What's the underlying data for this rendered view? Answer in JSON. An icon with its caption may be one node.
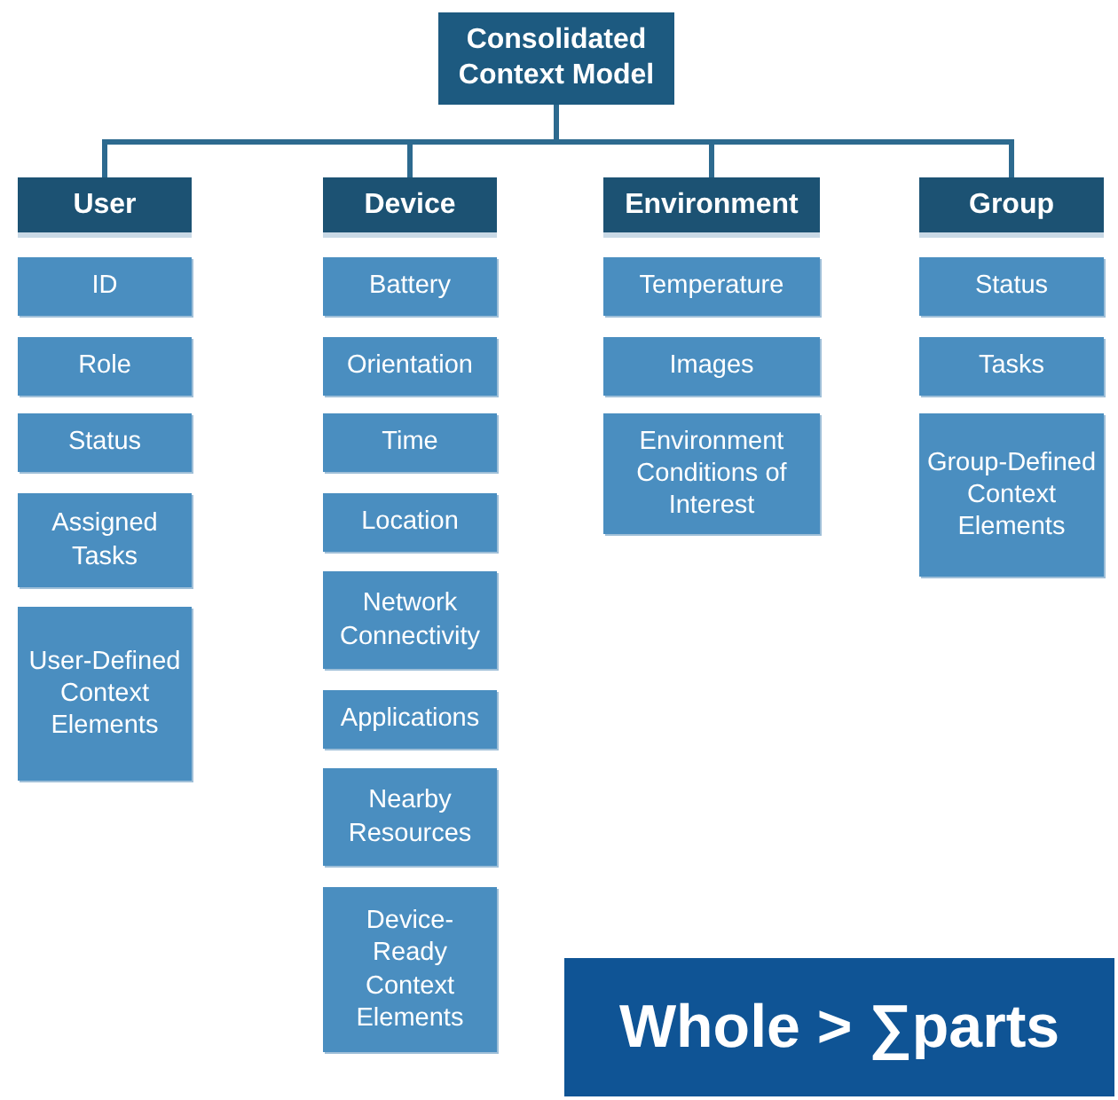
{
  "diagram": {
    "nodes": [
      {
        "text": [
          "Consolidated Context Model"
        ]
      },
      {
        "text": [
          "User"
        ]
      },
      {
        "text": [
          "ID"
        ]
      },
      {
        "text": [
          "Role"
        ]
      },
      {
        "text": [
          "Status"
        ]
      },
      {
        "text": [
          "Assigned Tasks"
        ]
      },
      {
        "text": [
          "User-Defined Context Elements"
        ]
      },
      {
        "text": [
          "Device"
        ]
      },
      {
        "text": [
          "Battery"
        ]
      },
      {
        "text": [
          "Orientation"
        ]
      },
      {
        "text": [
          "Time"
        ]
      },
      {
        "text": [
          "Location"
        ]
      },
      {
        "text": [
          "Network Connectivity"
        ]
      },
      {
        "text": [
          "Applications"
        ]
      },
      {
        "text": [
          "Nearby Resources"
        ]
      },
      {
        "text": [
          "Device-Ready Context Elements"
        ]
      },
      {
        "text": [
          "Environment"
        ]
      },
      {
        "text": [
          "Temperature"
        ]
      },
      {
        "text": [
          "Images"
        ]
      },
      {
        "text": [
          "Environment Conditions of Interest"
        ]
      },
      {
        "text": [
          "Group"
        ]
      },
      {
        "text": [
          "Status"
        ]
      },
      {
        "text": [
          "Tasks"
        ]
      },
      {
        "text": [
          "Group-Defined Context Elements"
        ]
      },
      {
        "text": [
          "Whole > ∑parts"
        ]
      }
    ],
    "edges": [
      {
        "from": 0,
        "to": 1,
        "arrow": "none"
      },
      {
        "from": 0,
        "to": 7,
        "arrow": "none"
      },
      {
        "from": 0,
        "to": 16,
        "arrow": "none"
      },
      {
        "from": 0,
        "to": 20,
        "arrow": "none"
      }
    ]
  }
}
